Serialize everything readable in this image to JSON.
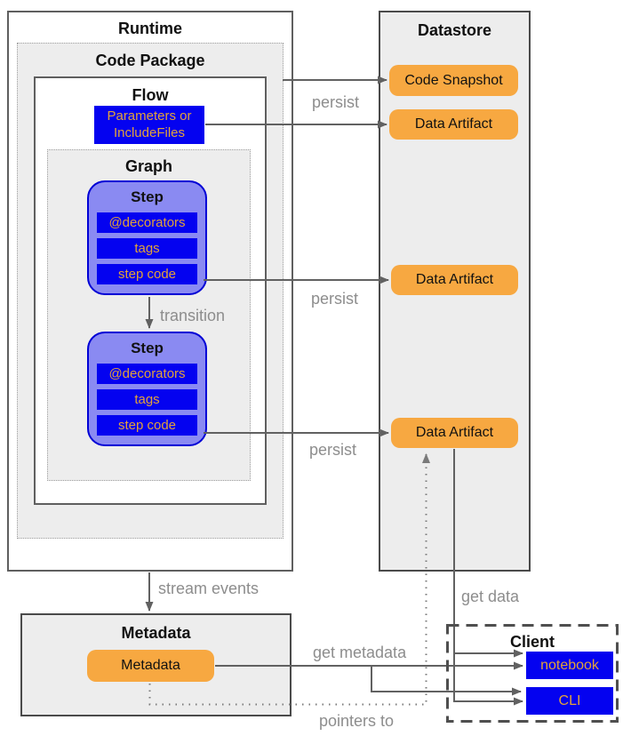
{
  "runtime": {
    "title": "Runtime"
  },
  "code_package": {
    "title": "Code Package"
  },
  "flow": {
    "title": "Flow",
    "params": {
      "line1": "Parameters or",
      "line2": "IncludeFiles"
    }
  },
  "graph": {
    "title": "Graph"
  },
  "steps": [
    {
      "title": "Step",
      "rows": [
        "@decorators",
        "tags",
        "step code"
      ]
    },
    {
      "title": "Step",
      "rows": [
        "@decorators",
        "tags",
        "step code"
      ]
    }
  ],
  "datastore": {
    "title": "Datastore",
    "items": [
      "Code Snapshot",
      "Data Artifact",
      "Data Artifact",
      "Data Artifact"
    ]
  },
  "metadata": {
    "title": "Metadata",
    "chip_label": "Metadata"
  },
  "client": {
    "title": "Client",
    "items": [
      "notebook",
      "CLI"
    ]
  },
  "edge_labels": {
    "persist_1": "persist",
    "persist_2": "persist",
    "persist_3": "persist",
    "transition": "transition",
    "stream_events": "stream events",
    "get_metadata": "get metadata",
    "get_data": "get data",
    "pointers_to": "pointers to"
  },
  "colors": {
    "chip_orange": "#F7A841",
    "box_blue": "#0402F0",
    "step_fill": "#8A8AF2",
    "step_border": "#0000D6",
    "panel_gray": "#EDEDED",
    "arrow_gray": "#616161",
    "label_gray": "#8D8D8D",
    "blue_box_text": "#E2A23B"
  }
}
